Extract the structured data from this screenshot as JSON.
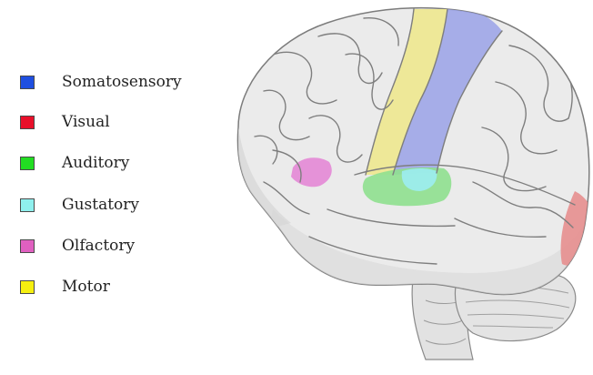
{
  "legend": [
    {
      "label": "Somatosensory",
      "color": "#1f4fe0",
      "icon": "somatosensory-swatch"
    },
    {
      "label": "Visual",
      "color": "#e8102a",
      "icon": "visual-swatch"
    },
    {
      "label": "Auditory",
      "color": "#22dd22",
      "icon": "auditory-swatch"
    },
    {
      "label": "Gustatory",
      "color": "#8ff0ee",
      "icon": "gustatory-swatch"
    },
    {
      "label": "Olfactory",
      "color": "#e060c0",
      "icon": "olfactory-swatch"
    },
    {
      "label": "Motor",
      "color": "#f5ef10",
      "icon": "motor-swatch"
    }
  ],
  "regions": {
    "motor": "#efe88a",
    "somatosensory": "#9aa2e8",
    "auditory": "#8fe08f",
    "gustatory": "#9cecec",
    "olfactory": "#e488d6",
    "visual": "#e68a8a"
  },
  "brain": {
    "fill": "#e9e9e9",
    "shade": "#cfcfcf",
    "line": "#8a8a8a"
  }
}
